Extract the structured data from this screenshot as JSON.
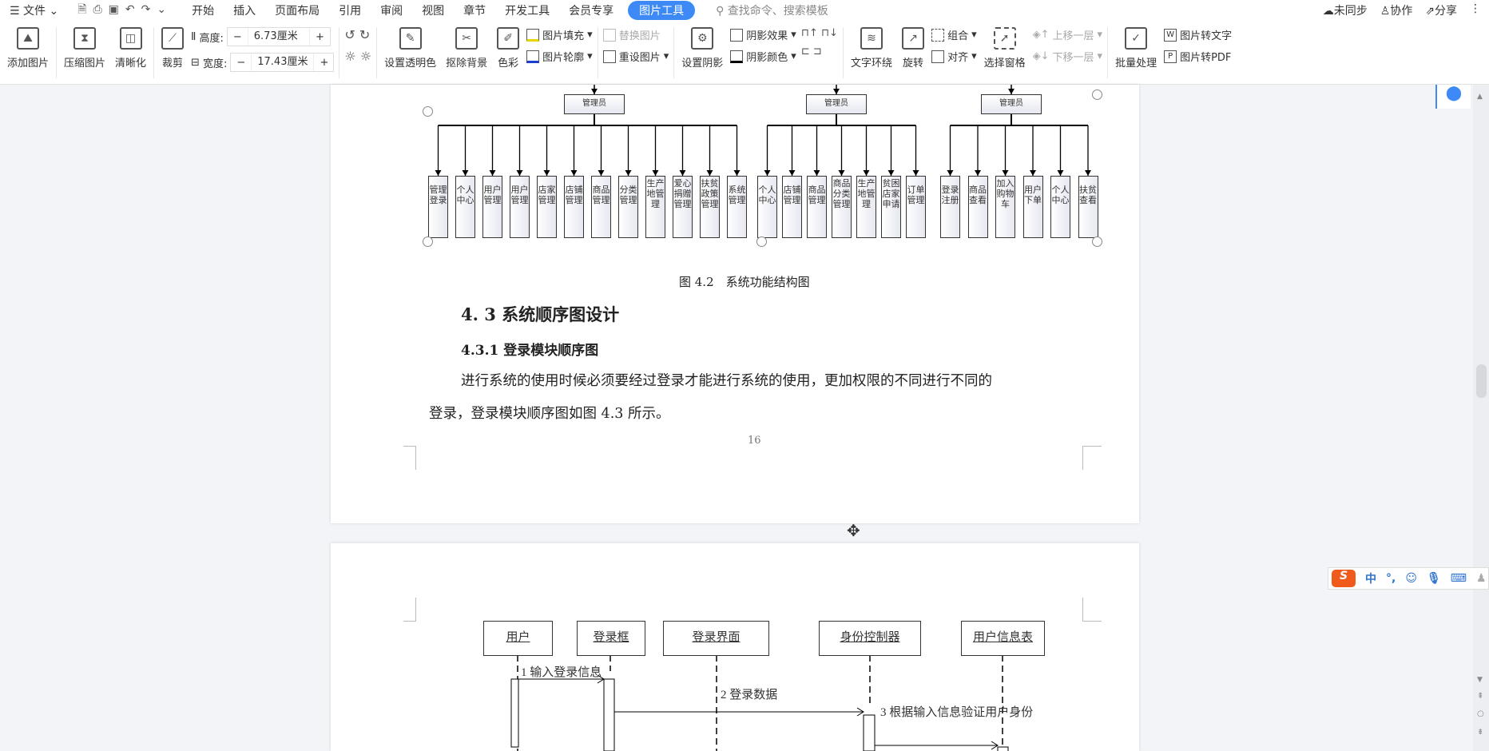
{
  "menu": {
    "file": "文件",
    "tabs": [
      "开始",
      "插入",
      "页面布局",
      "引用",
      "审阅",
      "视图",
      "章节",
      "开发工具",
      "会员专享"
    ],
    "active_tab": "图片工具",
    "search_placeholder": "查找命令、搜索模板",
    "sync": "未同步",
    "collab": "协作",
    "share": "分享"
  },
  "ribbon": {
    "add_picture": "添加图片",
    "compress": "压缩图片",
    "sharpen": "清晰化",
    "crop": "裁剪",
    "height_label": "高度:",
    "height_value": "6.73厘米",
    "width_label": "宽度:",
    "width_value": "17.43厘米",
    "set_transparent": "设置透明色",
    "remove_bg": "抠除背景",
    "color": "色彩",
    "fill": "图片填充",
    "outline": "图片轮廓",
    "replace": "替换图片",
    "reset": "重设图片",
    "set_shadow": "设置阴影",
    "shadow_effect": "阴影效果",
    "shadow_color": "阴影颜色",
    "wrap": "文字环绕",
    "rotate": "旋转",
    "group": "组合",
    "align": "对齐",
    "select_pane": "选择窗格",
    "bring_forward": "上移一层",
    "send_backward": "下移一层",
    "batch": "批量处理",
    "to_text": "图片转文字",
    "to_pdf": "图片转PDF",
    "minus": "−",
    "plus": "+"
  },
  "diagram": {
    "groups": [
      {
        "root": "管理员",
        "leaves": [
          "管理登录",
          "个人中心",
          "用户管理",
          "用户管理",
          "店家管理",
          "店铺管理",
          "商品管理",
          "分类管理",
          "生产地管理",
          "爱心捐赠管理",
          "扶贫政策管理",
          "系统管理"
        ]
      },
      {
        "root": "管理员",
        "leaves": [
          "个人中心",
          "店铺管理",
          "商品管理",
          "商品分类管理",
          "生产地管理",
          "贫困店家申请",
          "订单管理"
        ]
      },
      {
        "root": "管理员",
        "leaves": [
          "登录注册",
          "商品查看",
          "加入购物车",
          "用户下单",
          "个人中心",
          "扶贫查看"
        ]
      }
    ]
  },
  "page1": {
    "caption": "图 4.2　系统功能结构图",
    "heading": "4. 3  系统顺序图设计",
    "subheading": "4.3.1 登录模块顺序图",
    "para_line1": "进行系统的使用时候必须要经过登录才能进行系统的使用，更加权限的不同进行不同的",
    "para_line2": "登录，登录模块顺序图如图 4.3 所示。",
    "page_number": "16"
  },
  "sequence": {
    "actors": [
      "用户",
      "登录框",
      "登录界面",
      "身份控制器",
      "用户信息表"
    ],
    "messages": [
      "1 输入登录信息",
      "2 登录数据",
      "3 根据输入信息验证用户身份"
    ]
  },
  "ime": {
    "lang": "中",
    "punct": "°,"
  }
}
